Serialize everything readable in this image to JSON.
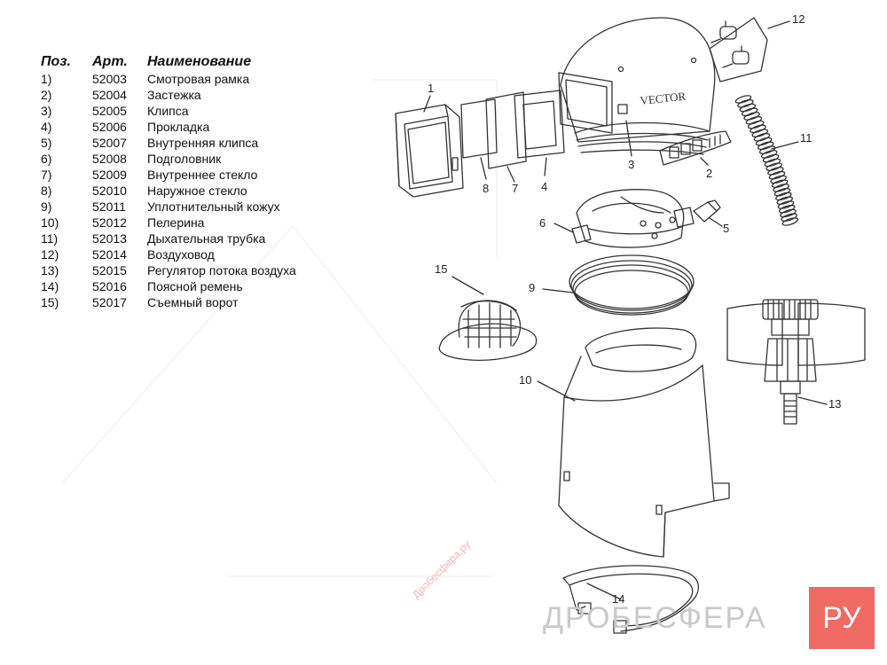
{
  "table": {
    "headers": {
      "pos": "Поз.",
      "art": "Арт.",
      "name": "Наименование"
    },
    "rows": [
      {
        "pos": "1)",
        "art": "52003",
        "name": "Смотровая рамка"
      },
      {
        "pos": "2)",
        "art": "52004",
        "name": "Застежка"
      },
      {
        "pos": "3)",
        "art": "52005",
        "name": "Клипса"
      },
      {
        "pos": "4)",
        "art": "52006",
        "name": "Прокладка"
      },
      {
        "pos": "5)",
        "art": "52007",
        "name": "Внутренняя клипса"
      },
      {
        "pos": "6)",
        "art": "52008",
        "name": "Подголовник"
      },
      {
        "pos": "7)",
        "art": "52009",
        "name": "Внутреннее стекло"
      },
      {
        "pos": "8)",
        "art": "52010",
        "name": "Наружное стекло"
      },
      {
        "pos": "9)",
        "art": "52011",
        "name": "Уплотнительный кожух"
      },
      {
        "pos": "10)",
        "art": "52012",
        "name": "Пелерина"
      },
      {
        "pos": "11)",
        "art": "52013",
        "name": "Дыхательная трубка"
      },
      {
        "pos": "12)",
        "art": "52014",
        "name": "Воздуховод"
      },
      {
        "pos": "13)",
        "art": "52015",
        "name": "Регулятор потока воздуха"
      },
      {
        "pos": "14)",
        "art": "52016",
        "name": "Поясной ремень"
      },
      {
        "pos": "15)",
        "art": "52017",
        "name": "Съемный ворот"
      }
    ]
  },
  "callouts": [
    "1",
    "2",
    "3",
    "4",
    "5",
    "6",
    "7",
    "8",
    "9",
    "10",
    "11",
    "12",
    "13",
    "14",
    "15"
  ],
  "helmet_brand": "VECTOR",
  "watermark": {
    "text": "Дробесфера.ру",
    "logo_main": "ДРОБЕСФЕРА",
    "logo_box": "РУ",
    "logo_color": "#ef6a63"
  }
}
